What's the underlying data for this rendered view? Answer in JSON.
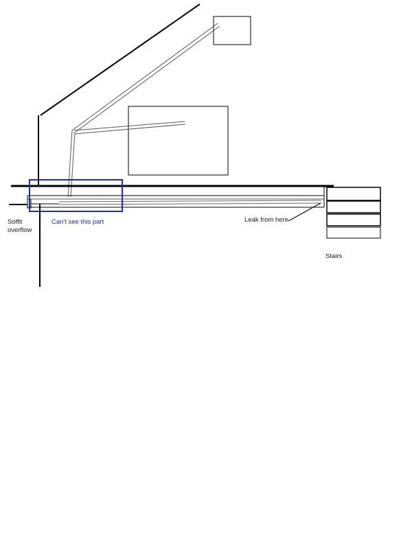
{
  "labels": {
    "soffit_line1": "Soffit",
    "soffit_line2": "overflow",
    "cant_see": "Can't see this part",
    "leak": "Leak from here",
    "stairs": "Stairs"
  },
  "colors": {
    "ink": "#000000",
    "pipe": "#8a8a8a",
    "highlight_box": "#1c2bb0",
    "background": "#ffffff"
  }
}
